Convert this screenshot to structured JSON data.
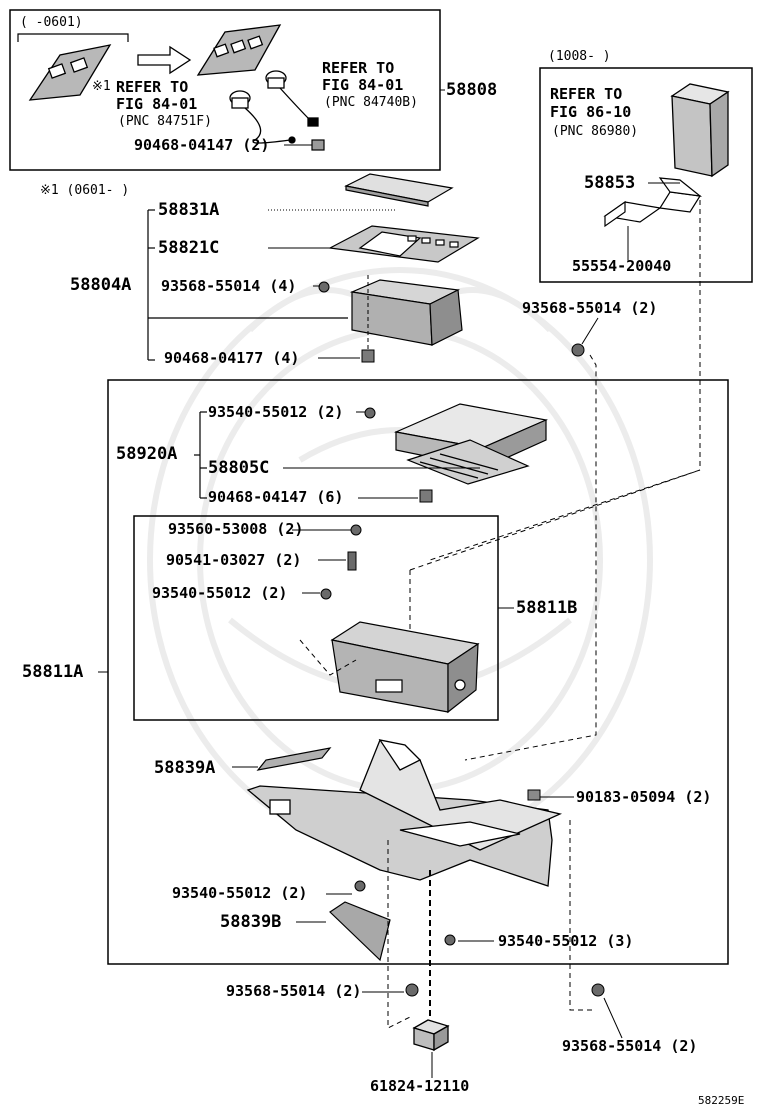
{
  "figure_code": "582259E",
  "inset_top_left": {
    "date_range": "(     -0601)",
    "note_mark": "※1",
    "refer_a": [
      "REFER TO",
      "FIG 84-01",
      "(PNC 84751F)"
    ],
    "refer_b": [
      "REFER TO",
      "FIG 84-01",
      "(PNC 84740B)"
    ],
    "screw": "90468-04147 (2)",
    "assembly": "58808"
  },
  "note_1": "※1 (0601-       )",
  "inset_top_right": {
    "date_range": "(1008-      )",
    "refer": [
      "REFER TO",
      "FIG 86-10",
      "(PNC 86980)"
    ],
    "part_a": "58853",
    "part_b": "55554-20040"
  },
  "labels": {
    "p58831A": "58831A",
    "p58821C": "58821C",
    "p58804A": "58804A",
    "s93568_4": "93568-55014 (4)",
    "s90468_04177": "90468-04177 (4)",
    "s93568_2_right": "93568-55014 (2)",
    "s93540_2a": "93540-55012 (2)",
    "p58920A": "58920A",
    "p58805C": "58805C",
    "s90468_6": "90468-04147 (6)",
    "s93560": "93560-53008 (2)",
    "s90541": "90541-03027 (2)",
    "s93540_2b": "93540-55012 (2)",
    "p58811B": "58811B",
    "p58811A": "58811A",
    "p58839A": "58839A",
    "s90183": "90183-05094 (2)",
    "s93540_2c": "93540-55012 (2)",
    "p58839B": "58839B",
    "s93540_3": "93540-55012 (3)",
    "s93568_2_left": "93568-55014 (2)",
    "s93568_2_bottom": "93568-55014 (2)",
    "p61824": "61824-12110"
  }
}
